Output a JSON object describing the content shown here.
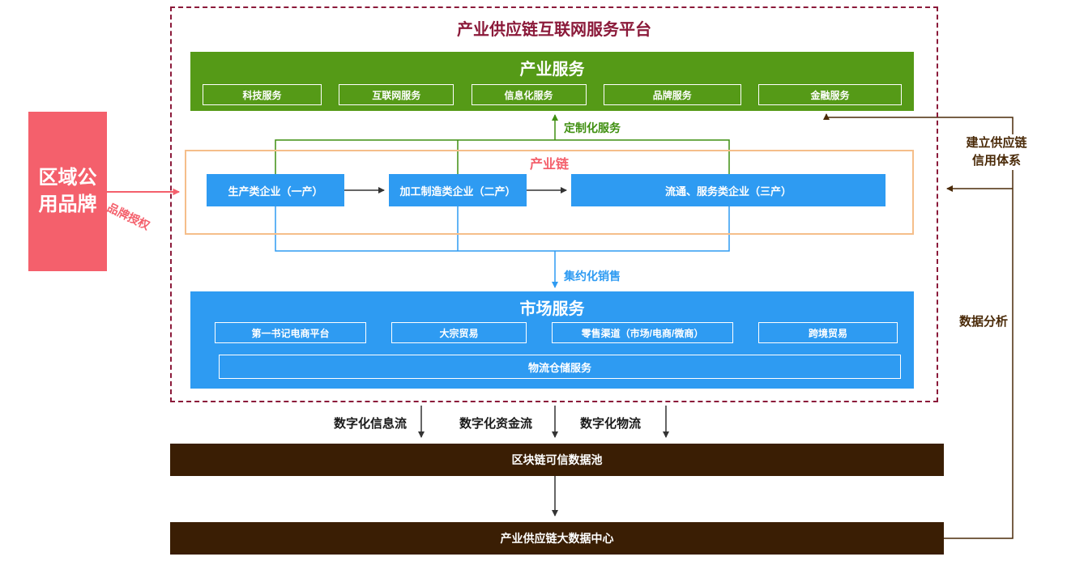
{
  "title": "产业供应链互联网服务平台",
  "left_brand": {
    "label": "区域公用品牌",
    "arrow_label": "品牌授权"
  },
  "industry_services": {
    "title": "产业服务",
    "items": [
      "科技服务",
      "互联网服务",
      "信息化服务",
      "品牌服务",
      "金融服务"
    ]
  },
  "industry_chain": {
    "title": "产业链",
    "nodes": [
      "生产类企业（一产）",
      "加工制造类企业（二产）",
      "流通、服务类企业（三产）"
    ]
  },
  "labels": {
    "customized_service": "定制化服务",
    "intensive_sales": "集约化销售",
    "credit_system": "建立供应链信用体系",
    "data_analysis": "数据分析"
  },
  "market_services": {
    "title": "市场服务",
    "items": [
      "第一书记电商平台",
      "大宗贸易",
      "零售渠道（市场/电商/微商）",
      "跨境贸易"
    ],
    "logistics": "物流仓储服务"
  },
  "digital_flows": [
    "数字化信息流",
    "数字化资金流",
    "数字化物流"
  ],
  "data_layers": {
    "blockchain_pool": "区块链可信数据池",
    "bigdata_center": "产业供应链大数据中心"
  },
  "colors": {
    "maroon": "#8B1A3A",
    "green_box": "#559A17",
    "green_line": "#3F8F10",
    "blue": "#2E9BF2",
    "orange_border": "#F5BE8A",
    "pink": "#F4606C",
    "dark_brown_bar": "#3A1E04",
    "brown_line": "#4A2A08"
  }
}
